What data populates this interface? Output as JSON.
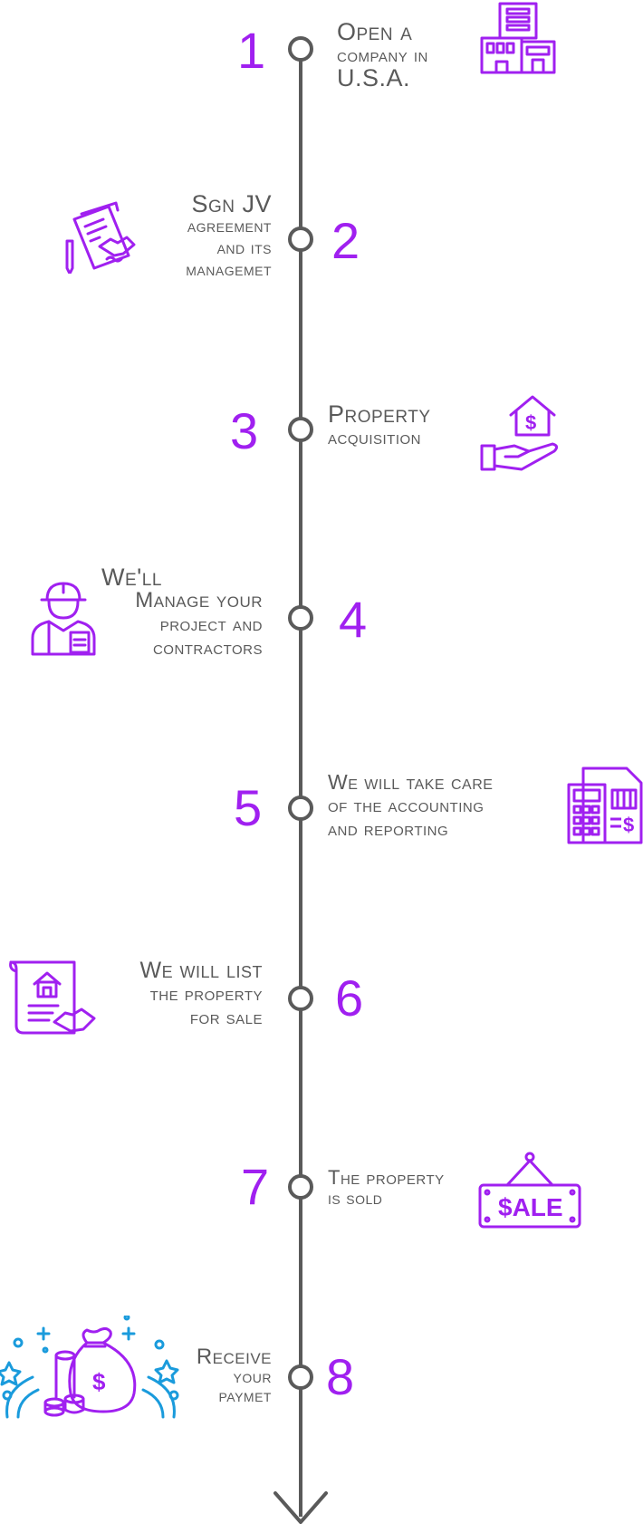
{
  "colors": {
    "accent": "#a020f0",
    "line": "#5a5a5a",
    "secondary": "#1a9bdc"
  },
  "steps": [
    {
      "number": "1",
      "lines": [
        "Open a",
        "company in",
        "U.S.A."
      ],
      "icon": "office-building-icon"
    },
    {
      "number": "2",
      "lines": [
        "Sgn JV",
        "agreement",
        "and its",
        "managemet"
      ],
      "icon": "contract-handshake-icon"
    },
    {
      "number": "3",
      "lines": [
        "Property",
        "acquisition"
      ],
      "icon": "hand-house-dollar-icon"
    },
    {
      "number": "4",
      "lines": [
        "We'll",
        "Manage your",
        "project and",
        "contractors"
      ],
      "icon": "contractor-worker-icon"
    },
    {
      "number": "5",
      "lines": [
        "We will take care",
        "of the accounting",
        "and reporting"
      ],
      "icon": "calculator-accounting-icon"
    },
    {
      "number": "6",
      "lines": [
        "We will list",
        "the property",
        "for sale"
      ],
      "icon": "property-listing-icon"
    },
    {
      "number": "7",
      "lines": [
        "The property",
        "is sold"
      ],
      "icon": "sale-sign-icon"
    },
    {
      "number": "8",
      "lines": [
        "Receive",
        "your",
        "paymet"
      ],
      "icon": "money-bag-coins-icon"
    }
  ]
}
